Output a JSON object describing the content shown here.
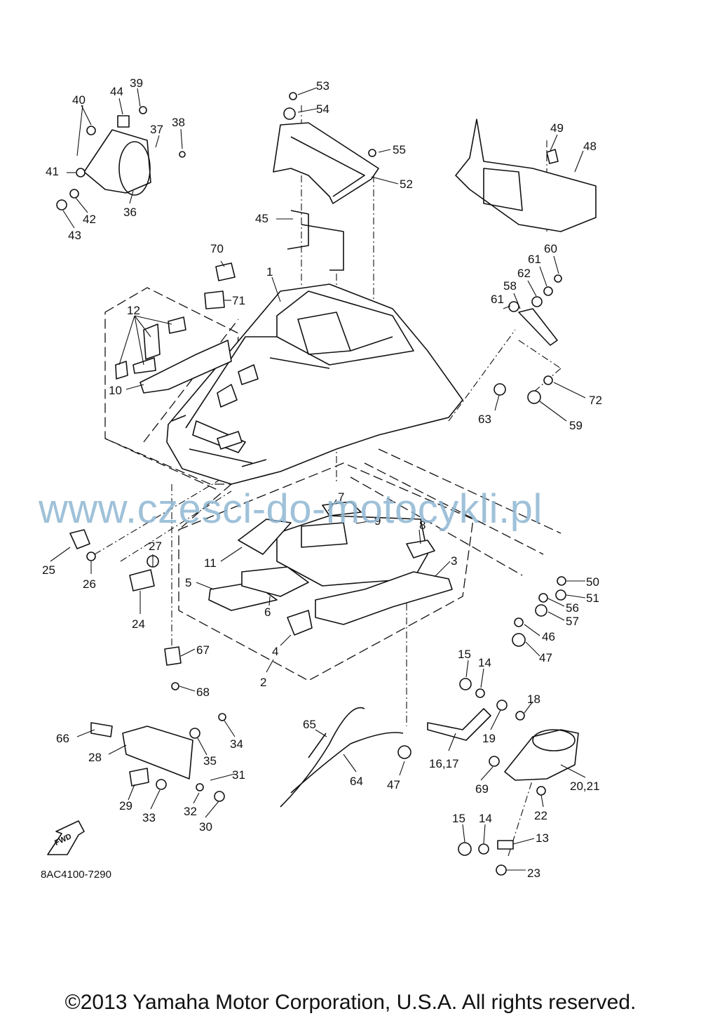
{
  "watermark": "www.czesci-do-motocykli.pl",
  "drawing_code": "8AC4100-7290",
  "copyright": "©2013 Yamaha Motor Corporation, U.S.A. All rights reserved.",
  "fwd_arrow_label": "FWD",
  "callouts": [
    "53",
    "54",
    "55",
    "52",
    "49",
    "48",
    "40",
    "44",
    "39",
    "37",
    "38",
    "41",
    "42",
    "43",
    "36",
    "45",
    "70",
    "71",
    "1",
    "60",
    "61",
    "62",
    "58",
    "61",
    "12",
    "10",
    "63",
    "72",
    "59",
    "7",
    "9",
    "8",
    "11",
    "3",
    "25",
    "26",
    "27",
    "24",
    "5",
    "6",
    "4",
    "2",
    "50",
    "51",
    "56",
    "57",
    "46",
    "47",
    "67",
    "68",
    "15",
    "14",
    "18",
    "66",
    "34",
    "28",
    "35",
    "31",
    "65",
    "64",
    "47",
    "16,17",
    "19",
    "69",
    "20,21",
    "29",
    "33",
    "32",
    "30",
    "22",
    "15",
    "14",
    "13",
    "23"
  ]
}
